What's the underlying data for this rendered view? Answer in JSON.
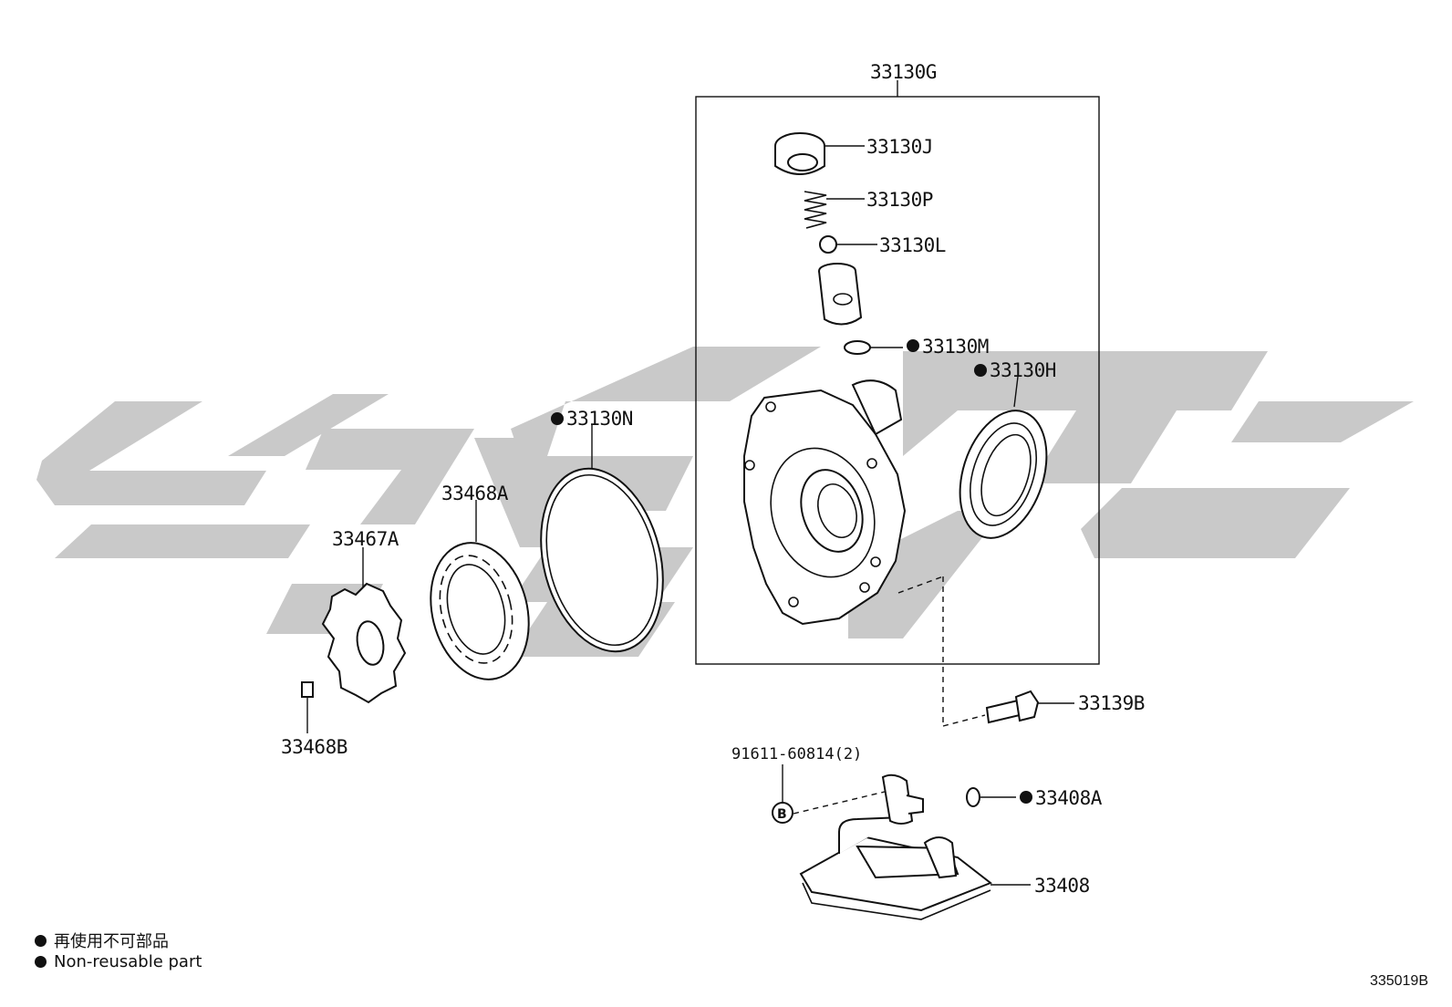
{
  "colors": {
    "line": "#111111",
    "watermark": "#c9c9c9",
    "background": "#ffffff"
  },
  "assembly": {
    "label": "33130G"
  },
  "parts": {
    "p33130J": "33130J",
    "p33130P": "33130P",
    "p33130L": "33130L",
    "p33130M": "33130M",
    "p33130H": "33130H",
    "p33130N": "33130N",
    "p33468A": "33468A",
    "p33467A": "33467A",
    "p33468B": "33468B",
    "p33139B": "33139B",
    "p91611": "91611-60814(2)",
    "p33408A": "33408A",
    "p33408": "33408"
  },
  "bolt_callout": "B",
  "legend": {
    "line1": "再使用不可部品",
    "line2": "Non-reusable part"
  },
  "drawing_code": "335019B",
  "icons": [
    "non-reusable-dot-icon",
    "bolt-callout-icon"
  ]
}
